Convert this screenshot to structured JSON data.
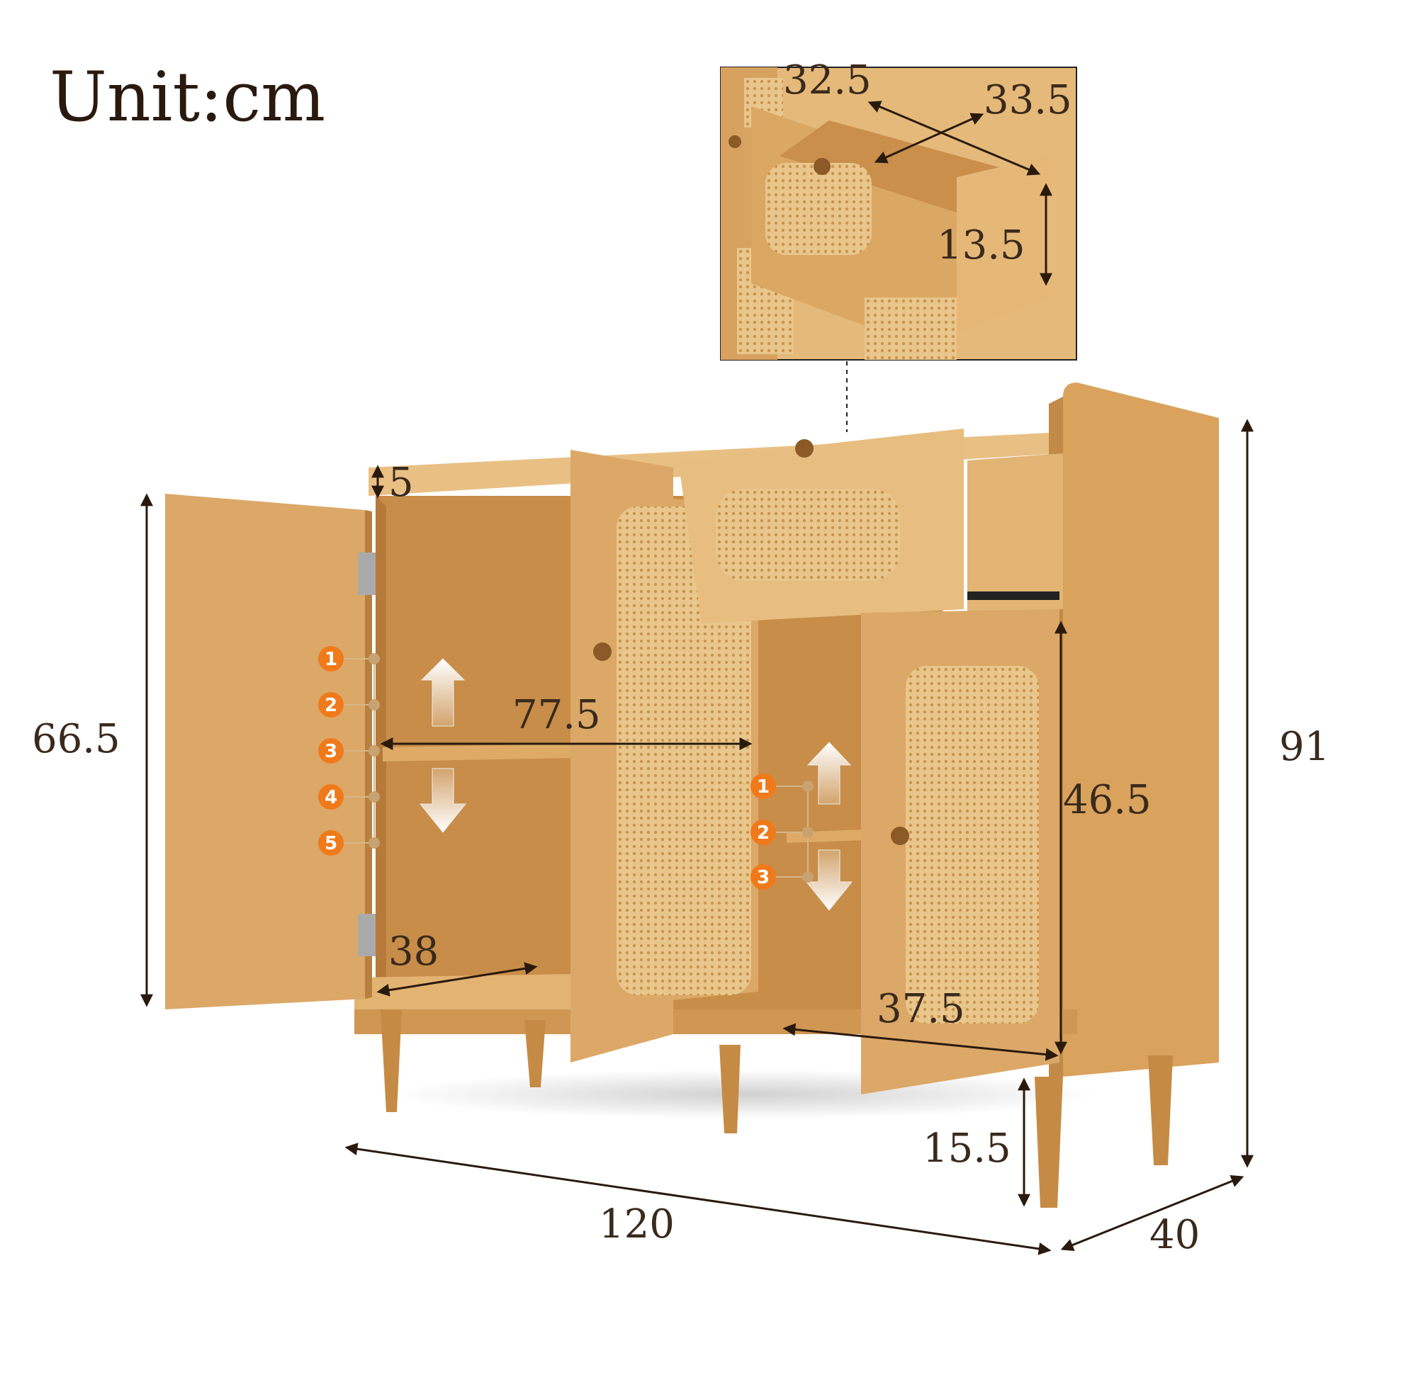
{
  "unit_label": "Unit:cm",
  "dimensions": {
    "drawer_width": "32.5",
    "drawer_depth": "33.5",
    "drawer_height": "13.5",
    "top_rail": "5",
    "door_height": "66.5",
    "inner_width": "77.5",
    "total_height": "91",
    "right_inner_height": "46.5",
    "left_depth": "38",
    "right_depth": "37.5",
    "leg_height": "15.5",
    "total_width": "120",
    "total_depth": "40"
  },
  "left_shelf_positions": [
    "1",
    "2",
    "3",
    "4",
    "5"
  ],
  "right_shelf_positions": [
    "1",
    "2",
    "3"
  ],
  "colors": {
    "wood_light": "#e2b574",
    "wood_mid": "#d29a55",
    "wood_dark": "#a86f32",
    "rattan": "#e8c48a",
    "badge": "#f07a1a",
    "arrow": "#2a1a0e"
  }
}
